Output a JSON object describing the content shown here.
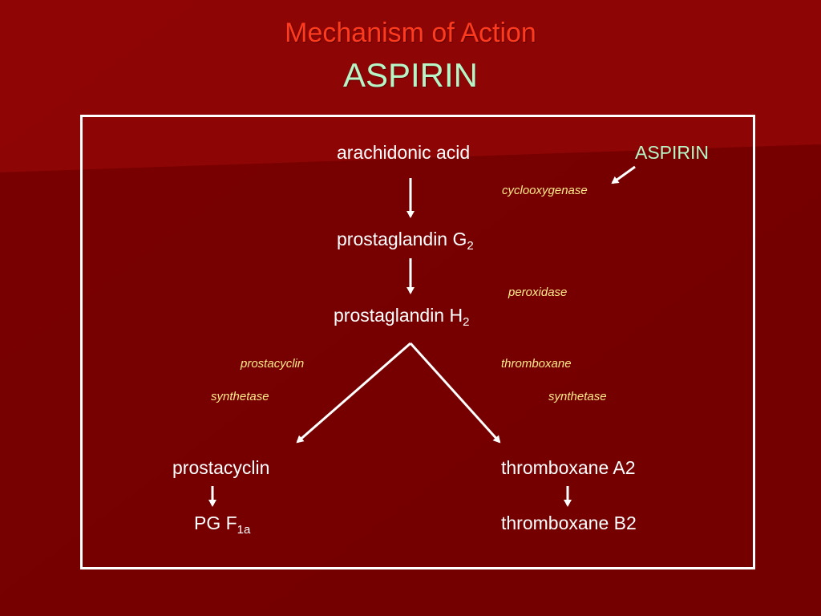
{
  "slide": {
    "title": "Mechanism of Action",
    "subtitle": "ASPIRIN"
  },
  "diagram": {
    "arachidonic_acid": "arachidonic acid",
    "aspirin_label": "ASPIRIN",
    "cyclooxygenase": "cyclooxygenase",
    "pg_g2_base": "prostaglandin G",
    "pg_g2_sub": "2",
    "peroxidase": "peroxidase",
    "pg_h2_base": "prostaglandin H",
    "pg_h2_sub": "2",
    "prostacyclin_enzyme_line1": "prostacyclin",
    "prostacyclin_enzyme_line2": "synthetase",
    "thromboxane_enzyme_line1": "thromboxane",
    "thromboxane_enzyme_line2": "synthetase",
    "prostacyclin": "prostacyclin",
    "thromboxane_a2": "thromboxane A2",
    "pgf_base": "PG F",
    "pgf_sub": "1a",
    "thromboxane_b2": "thromboxane B2"
  },
  "colors": {
    "background": "#7a0000",
    "title": "#ff3b1f",
    "subtitle": "#b8f5c6",
    "enzyme_text": "#ffe98a",
    "node_text": "#ffffff"
  }
}
